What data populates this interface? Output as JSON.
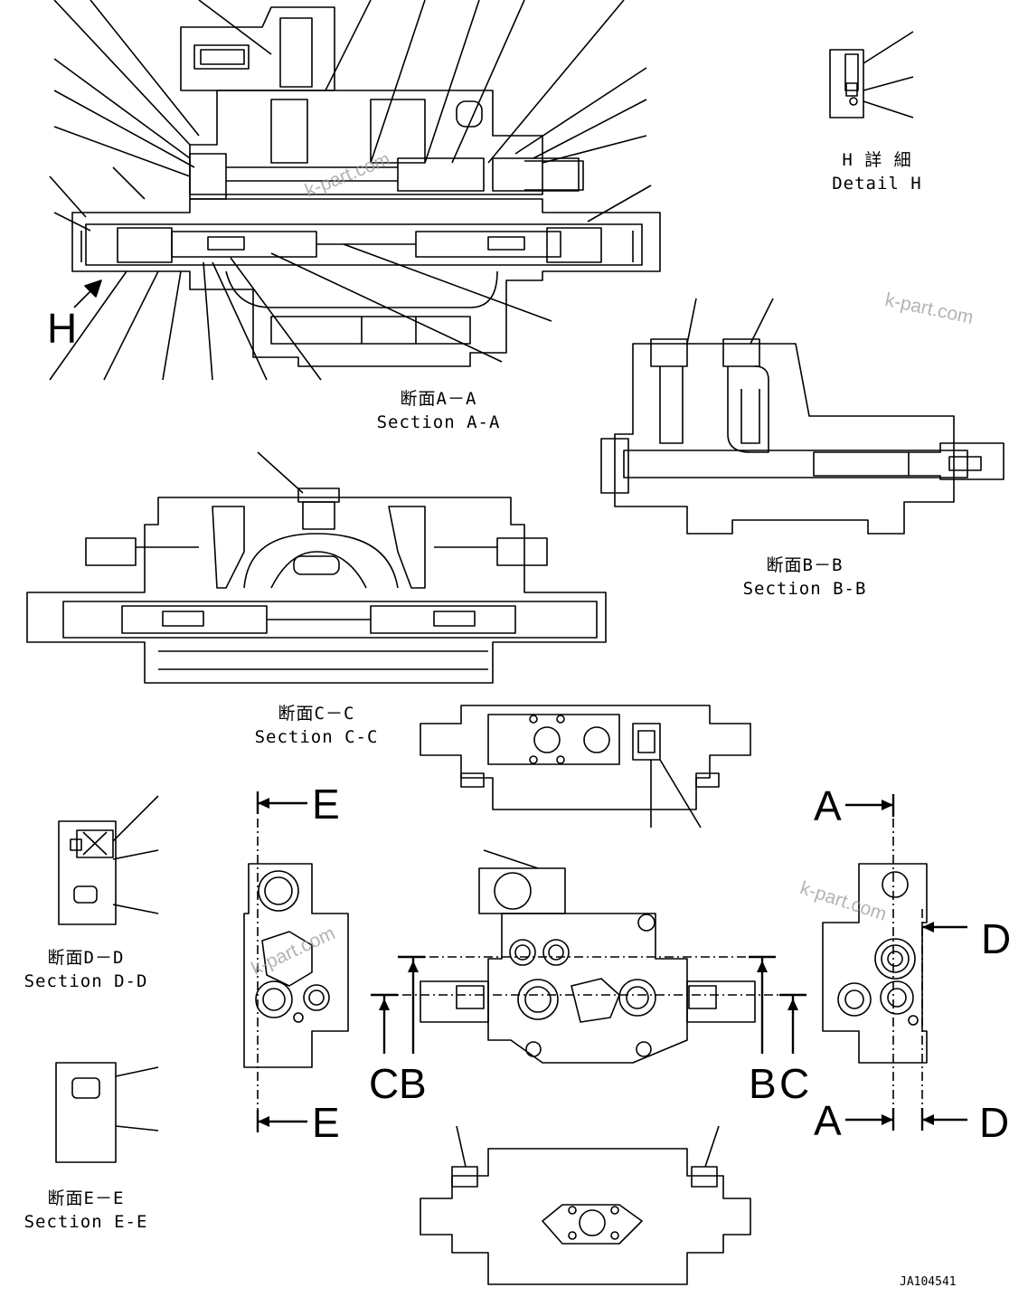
{
  "labels": {
    "section_aa_jp": "断面A－A",
    "section_aa": "Section A-A",
    "section_bb_jp": "断面B－B",
    "section_bb": "Section B-B",
    "section_cc_jp": "断面C－C",
    "section_cc": "Section C-C",
    "section_dd_jp": "断面D－D",
    "section_dd": "Section D-D",
    "section_ee_jp": "断面E－E",
    "section_ee": "Section E-E",
    "detail_h_jp": "H 詳 細",
    "detail_h": "Detail H"
  },
  "markers": {
    "h_arrow": "H",
    "e_top": "E",
    "e_bottom": "E",
    "a_top": "A",
    "a_bottom": "A",
    "d_right": "D",
    "d_bottom": "D",
    "c": "C",
    "b_left": "B",
    "b_right": "B",
    "c_right": "C"
  },
  "watermarks": [
    "k-part.com",
    "k-part.com",
    "k-part.com",
    "k-part.com"
  ],
  "drawing_code": "JA104541"
}
